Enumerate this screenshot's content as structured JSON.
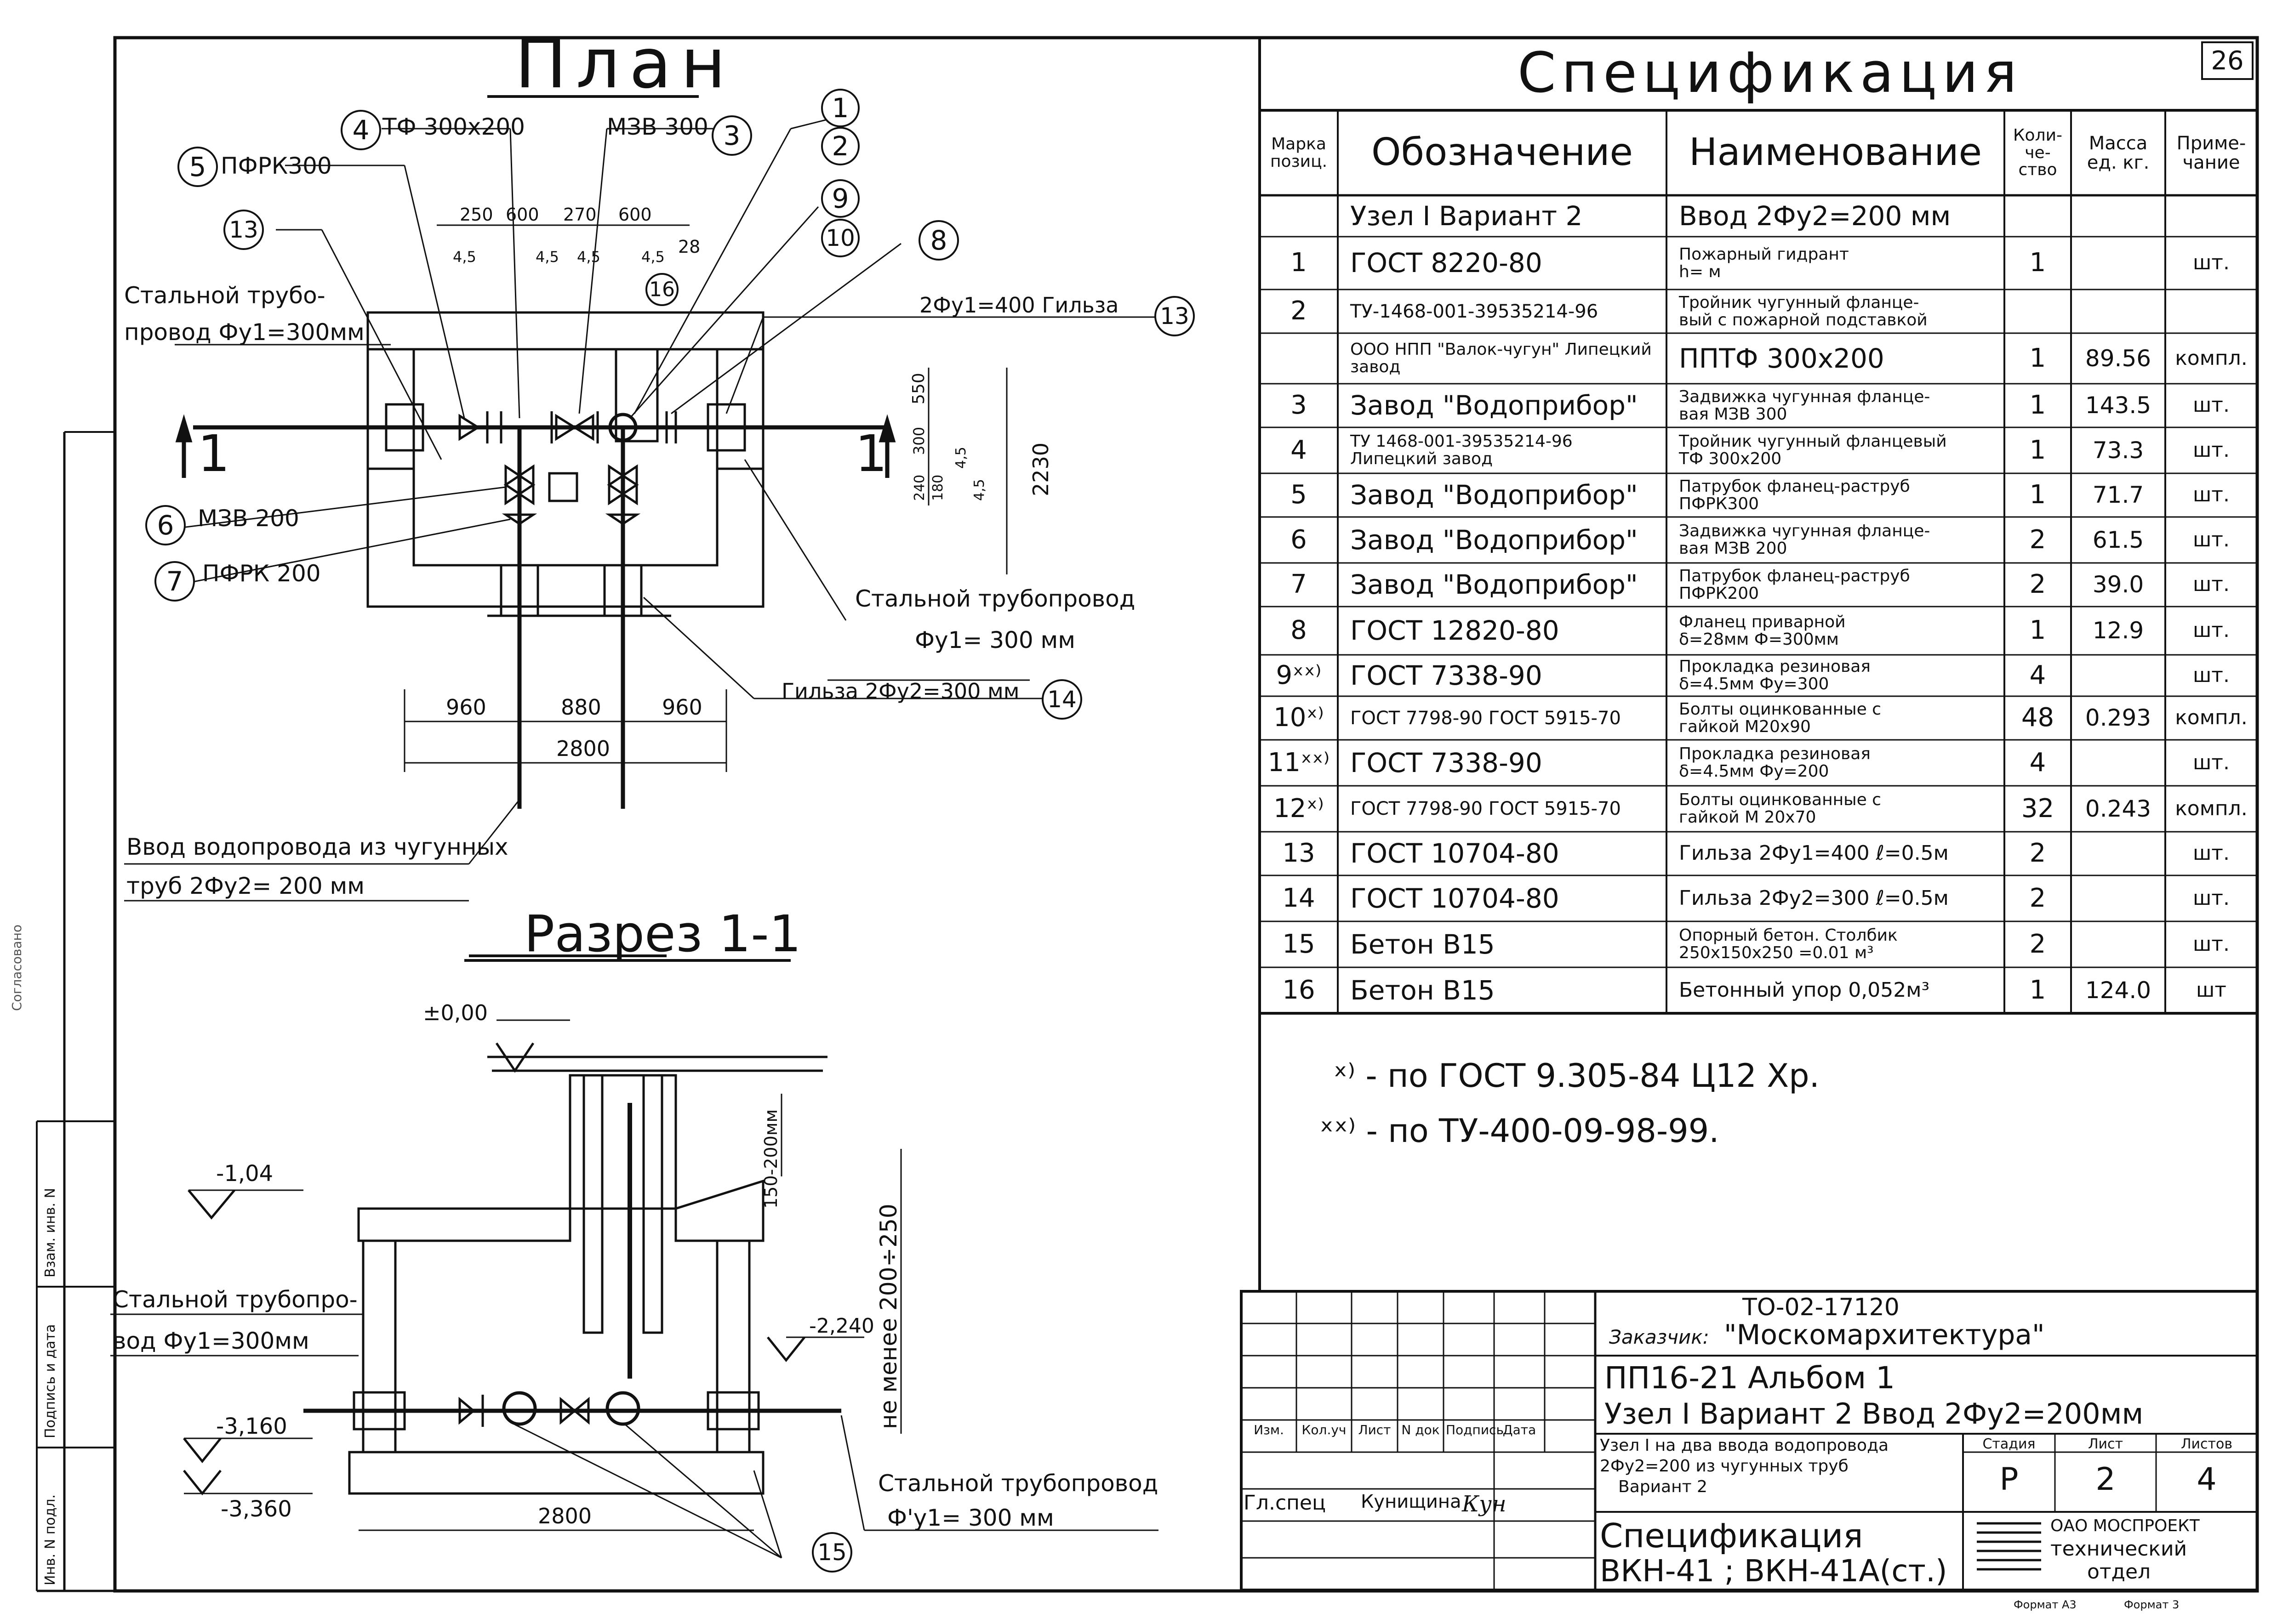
{
  "page_number": "26",
  "plan": {
    "title": "План",
    "callouts": {
      "c5": {
        "num": "5",
        "text": "ПФРК300"
      },
      "c4": {
        "num": "4",
        "text": "ТФ 300х200"
      },
      "c3": {
        "num": "3",
        "text": "МЗВ 300"
      },
      "c1": "1",
      "c2": "2",
      "c9": "9",
      "c10": "10",
      "c8": "8",
      "c13a": "13",
      "c13b": "13",
      "c16": "16",
      "c6": {
        "num": "6",
        "text": "МЗВ 200"
      },
      "c7": {
        "num": "7",
        "text": "ПФРК 200"
      },
      "c14": {
        "num": "14",
        "text": "Гильза 2Фу2=300 мм"
      }
    },
    "steel_pipe_left": [
      "Стальной трубо-",
      "провод Фу1=300мм"
    ],
    "sleeve_label": "2Фу1=400 Гильза",
    "steel_pipe_right": [
      "Стальной трубопровод",
      "Фу1= 300 мм"
    ],
    "inlet": [
      "Ввод водопровода из чугунных",
      "труб 2Фу2= 200 мм"
    ],
    "section_mark": "1",
    "dims_top": [
      "250",
      "600",
      "270",
      "600",
      "4,5",
      "4,5",
      "4,5",
      "4,5",
      "28"
    ],
    "dims_bottom": [
      "960",
      "880",
      "960",
      "2800"
    ],
    "dims_side": [
      "550",
      "300",
      "240",
      "180",
      "4,5",
      "4,5",
      "2230"
    ]
  },
  "section": {
    "title": "Разрез 1-1",
    "levels": [
      "±0,00",
      "-1,04",
      "-2,240",
      "-3,160",
      "-3,360"
    ],
    "steel_pipe_left": [
      "Стальной трубопро-",
      "вод Фу1=300мм"
    ],
    "steel_pipe_right": [
      "Стальной трубопровод",
      "Ф'у1= 300 мм"
    ],
    "dim_vertical": "не менее 200÷250",
    "dim_hatch": "150-200мм",
    "dim_bottom": "2800",
    "callout_15": "15"
  },
  "spec": {
    "title": "Спецификация",
    "headers": [
      "Марка позиц.",
      "Обозначение",
      "Наименование",
      "Коли-че-ство",
      "Масса ед. кг.",
      "Приме-чание"
    ],
    "rows": [
      {
        "mark": "",
        "designation": "Узел I  Вариант 2",
        "name": [
          "Ввод 2Фу2=200 мм"
        ],
        "qty": "",
        "mass": "",
        "note": ""
      },
      {
        "mark": "1",
        "designation": "ГОСТ 8220-80",
        "name": [
          "Пожарный гидрант",
          "h=      м"
        ],
        "qty": "1",
        "mass": "",
        "note": "шт."
      },
      {
        "mark": "2",
        "designation": "ТУ-1468-001-39535214-96",
        "name": [
          "Тройник чугунный фланце-",
          "вый с пожарной подставкой"
        ],
        "qty": "",
        "mass": "",
        "note": ""
      },
      {
        "mark": "",
        "designation": "ООО НПП \"Валок-чугун\" Липецкий завод",
        "name": [
          "ППТФ 300х200"
        ],
        "qty": "1",
        "mass": "89.56",
        "note": "компл."
      },
      {
        "mark": "3",
        "designation": "Завод \"Водоприбор\"",
        "name": [
          "Задвижка чугунная фланце-",
          "вая  МЗВ 300"
        ],
        "qty": "1",
        "mass": "143.5",
        "note": "шт."
      },
      {
        "mark": "4",
        "designation": "ТУ 1468-001-39535214-96 Липецкий завод",
        "name": [
          "Тройник чугунный фланцевый",
          "ТФ 300х200"
        ],
        "qty": "1",
        "mass": "73.3",
        "note": "шт."
      },
      {
        "mark": "5",
        "designation": "Завод \"Водоприбор\"",
        "name": [
          "Патрубок фланец-раструб",
          "ПФРК300"
        ],
        "qty": "1",
        "mass": "71.7",
        "note": "шт."
      },
      {
        "mark": "6",
        "designation": "Завод \"Водоприбор\"",
        "name": [
          "Задвижка чугунная фланце-",
          "вая  МЗВ 200"
        ],
        "qty": "2",
        "mass": "61.5",
        "note": "шт."
      },
      {
        "mark": "7",
        "designation": "Завод \"Водоприбор\"",
        "name": [
          "Патрубок фланец-раструб",
          "ПФРК200"
        ],
        "qty": "2",
        "mass": "39.0",
        "note": "шт."
      },
      {
        "mark": "8",
        "designation": "ГОСТ 12820-80",
        "name": [
          "Фланец приварной",
          "δ=28мм  Ф=300мм"
        ],
        "qty": "1",
        "mass": "12.9",
        "note": "шт."
      },
      {
        "mark": "9ˣˣ⁾",
        "designation": "ГОСТ 7338-90",
        "name": [
          "Прокладка резиновая",
          "δ=4.5мм  Фу=300"
        ],
        "qty": "4",
        "mass": "",
        "note": "шт."
      },
      {
        "mark": "10ˣ⁾",
        "designation": "ГОСТ 7798-90 ГОСТ 5915-70",
        "name": [
          "Болты оцинкованные с",
          "гайкой  М20х90"
        ],
        "qty": "48",
        "mass": "0.293",
        "note": "компл."
      },
      {
        "mark": "11ˣˣ⁾",
        "designation": "ГОСТ 7338-90",
        "name": [
          "Прокладка резиновая",
          "δ=4.5мм  Фу=200"
        ],
        "qty": "4",
        "mass": "",
        "note": "шт."
      },
      {
        "mark": "12ˣ⁾",
        "designation": "ГОСТ 7798-90 ГОСТ 5915-70",
        "name": [
          "Болты оцинкованные с",
          "гайкой  М 20х70"
        ],
        "qty": "32",
        "mass": "0.243",
        "note": "компл."
      },
      {
        "mark": "13",
        "designation": "ГОСТ 10704-80",
        "name": [
          "Гильза 2Фу1=400  ℓ=0.5м"
        ],
        "qty": "2",
        "mass": "",
        "note": "шт."
      },
      {
        "mark": "14",
        "designation": "ГОСТ 10704-80",
        "name": [
          "Гильза 2Фу2=300  ℓ=0.5м"
        ],
        "qty": "2",
        "mass": "",
        "note": "шт."
      },
      {
        "mark": "15",
        "designation": "Бетон В15",
        "name": [
          "Опорный бетон. Столбик",
          "250х150х250 =0.01 м³"
        ],
        "qty": "2",
        "mass": "",
        "note": "шт."
      },
      {
        "mark": "16",
        "designation": "Бетон В15",
        "name": [
          "Бетонный упор 0,052м³"
        ],
        "qty": "1",
        "mass": "124.0",
        "note": "шт"
      }
    ]
  },
  "notes": [
    "ˣ⁾ - по ГОСТ 9.305-84  Ц12 Хр.",
    "ˣˣ⁾ - по ТУ-400-09-98-99."
  ],
  "title_block": {
    "doc_code": "ТО-02-17120",
    "customer_label": "Заказчик:",
    "customer": "\"Москомархитектура\"",
    "album": "ПП16-21    Альбом 1",
    "node": "Узел I  Вариант 2   Ввод 2Фу2=200мм",
    "desc": [
      "Узел I на два ввода водопровода",
      "2Фу2=200 из чугунных труб",
      "Вариант 2"
    ],
    "col_headers": [
      "Изм.",
      "Кол.уч",
      "Лист",
      "N док",
      "Подпись",
      "Дата"
    ],
    "role": "Гл.спец",
    "person": "Кунищина",
    "signature": "Кун",
    "stage_labels": [
      "Стадия",
      "Лист",
      "Листов"
    ],
    "stage_values": [
      "Р",
      "2",
      "4"
    ],
    "sheet_title": [
      "Спецификация",
      "ВКН-41 ; ВКН-41А(ст.)"
    ],
    "org": [
      "ОАО МОСПРОЕКТ",
      "технический",
      "отдел"
    ],
    "format": [
      "Формат А3",
      "Формат 3"
    ]
  },
  "margin_labels": [
    "Взам. инв. N",
    "Подпись и дата",
    "Инв. N подл.",
    "Согласовано"
  ]
}
